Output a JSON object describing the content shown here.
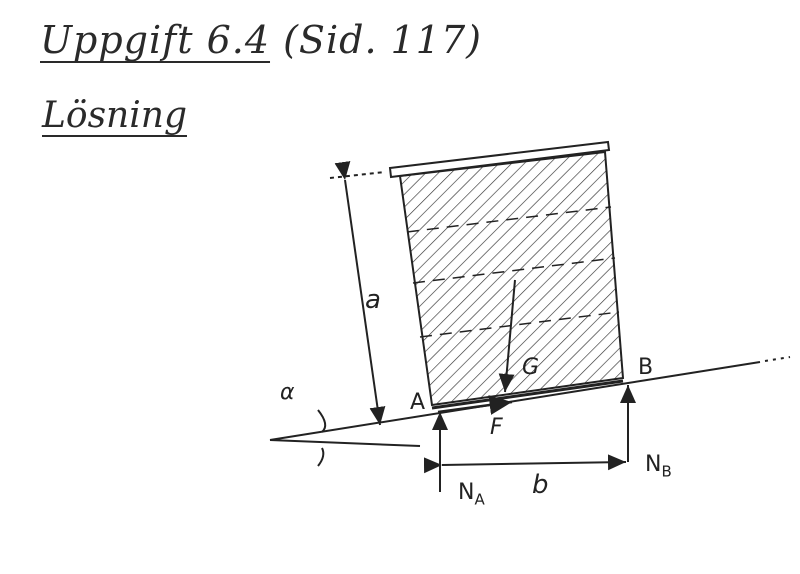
{
  "title": {
    "task": "Uppgift 6.4",
    "ref": "(Sid. 117)"
  },
  "subtitle": "Lösning",
  "labels": {
    "height": "a",
    "angle": "α",
    "point_a": "A",
    "point_b": "B",
    "weight": "G",
    "friction": "F",
    "width": "b",
    "normal_a": "N",
    "normal_a_sub": "A",
    "normal_b": "N",
    "normal_b_sub": "B"
  }
}
